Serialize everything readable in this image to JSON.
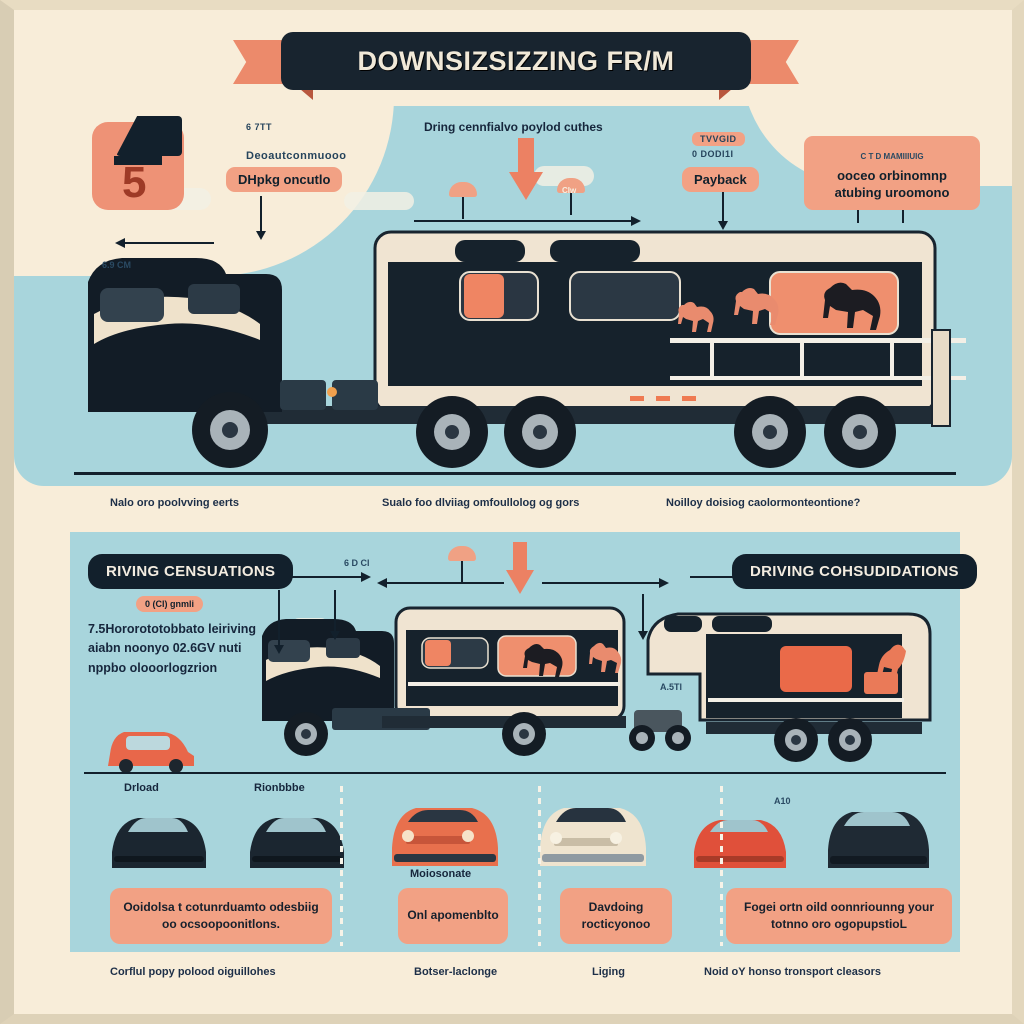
{
  "poster": {
    "title": "DOWNSIZSIZZING FR/M",
    "badge_number": "5",
    "bg_color": "#f8edd9",
    "panel_color": "#a8d5dc",
    "accent_color": "#f2a184",
    "dark_color": "#12202c"
  },
  "top_panel": {
    "badge_label": "5",
    "labels": {
      "left_pill_overline": "Deoautconmuooo",
      "left_pill": "DHpkg oncutlo",
      "left_pill_tiny": "6 7TT",
      "center_caption": "Dring cennfialvo poylod cuthes",
      "payback_tiny_top": "TVVGID",
      "payback_tiny_sub": "0 DODI1I",
      "payback_pill": "Payback",
      "right_box_tiny": "C T D  MAMIIIUIG",
      "right_box_line1": "ooceo orbinomnp",
      "right_box_line2": "atubing uroomono",
      "left_dimension": "6.9 CM",
      "mushroom_label": "CIw"
    },
    "captions": [
      "Nalo oro poolvving eerts",
      "Sualo foo dlviiag omfoullolog og gors",
      "Noilloy doisiog caolormonteontione?"
    ]
  },
  "bottom_panel": {
    "left_badge": "RIVING CENSUATIONS",
    "right_badge": "DRIVING COHSUDIDATIONS",
    "left_pill_tiny": "0 (Cl) gnmli",
    "left_textblock": [
      "7.5Hororototobbato leiriving",
      "aiabn noonyo 02.6GV nuti",
      "nppbo  olooorlogzrion"
    ],
    "left_arrow_label": "6 D Cl",
    "trailer_label": "A.5Tl",
    "vehicle_labels": [
      "Drload",
      "Rionbbbe",
      "Moiosonate"
    ],
    "callout_boxes": [
      "Ooidolsa t cotunrduamto odesbiig oo ocsoopoonitlons.",
      "Onl apomenblto",
      "Davdoing rocticyonoo",
      "Fogei ortn oild oonnriounng your totnno oro ogopupstioL"
    ],
    "captions": [
      "Corflul popy polood oiguillohes",
      "Botser-laclonge",
      "Liging",
      "Noid oY honso tronsport cleasors"
    ]
  }
}
